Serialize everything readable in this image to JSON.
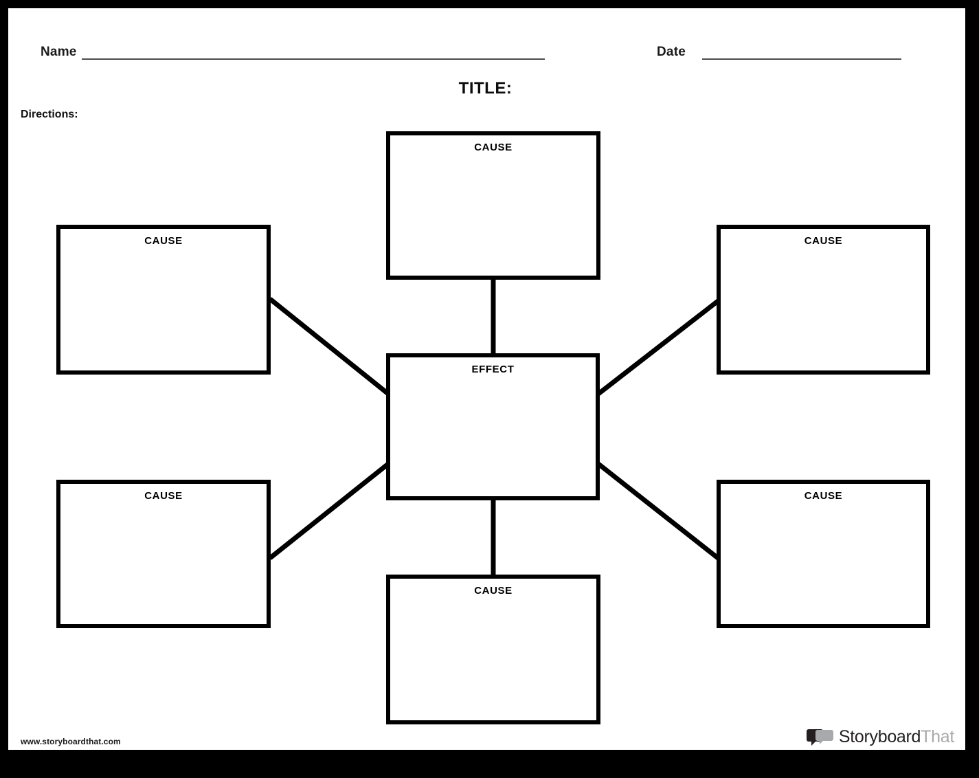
{
  "page": {
    "frame_color": "#000000",
    "paper_color": "#ffffff",
    "ink_color": "#000000"
  },
  "header": {
    "name_label": "Name",
    "date_label": "Date",
    "title": "TITLE:",
    "directions_label": "Directions:"
  },
  "diagram": {
    "type": "cause-and-effect-map",
    "center": {
      "label": "EFFECT"
    },
    "causes": [
      {
        "position": "top",
        "label": "CAUSE"
      },
      {
        "position": "left-top",
        "label": "CAUSE"
      },
      {
        "position": "right-top",
        "label": "CAUSE"
      },
      {
        "position": "left-bottom",
        "label": "CAUSE"
      },
      {
        "position": "right-bottom",
        "label": "CAUSE"
      },
      {
        "position": "bottom",
        "label": "CAUSE"
      }
    ],
    "connector_count": 6
  },
  "footer": {
    "website": "www.storyboardthat.com",
    "logo": {
      "word_dark": "Storyboard",
      "word_gray": "That",
      "mark_dark_color": "#231f20",
      "mark_gray_color": "#a7a9ac"
    }
  }
}
